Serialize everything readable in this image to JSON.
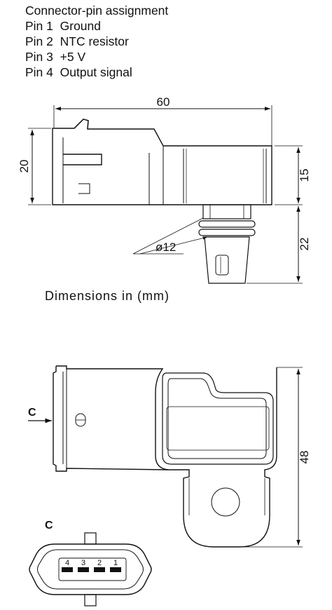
{
  "legend": {
    "title": "Connector-pin assignment",
    "pins": [
      {
        "label": "Pin 1",
        "desc": "Ground"
      },
      {
        "label": "Pin 2",
        "desc": "NTC resistor"
      },
      {
        "label": "Pin 3",
        "desc": "+5 V"
      },
      {
        "label": "Pin 4",
        "desc": "Output signal"
      }
    ]
  },
  "side_view": {
    "dim_width": "60",
    "dim_height_left": "20",
    "dim_height_body": "15",
    "dim_height_nozzle": "22",
    "dim_diameter": "ø12",
    "units_label": "Dimensions in (mm)"
  },
  "top_view": {
    "dim_height": "48",
    "view_marker": "C"
  },
  "connector_view": {
    "label": "C",
    "pin_numbers": [
      "4",
      "3",
      "2",
      "1"
    ]
  }
}
